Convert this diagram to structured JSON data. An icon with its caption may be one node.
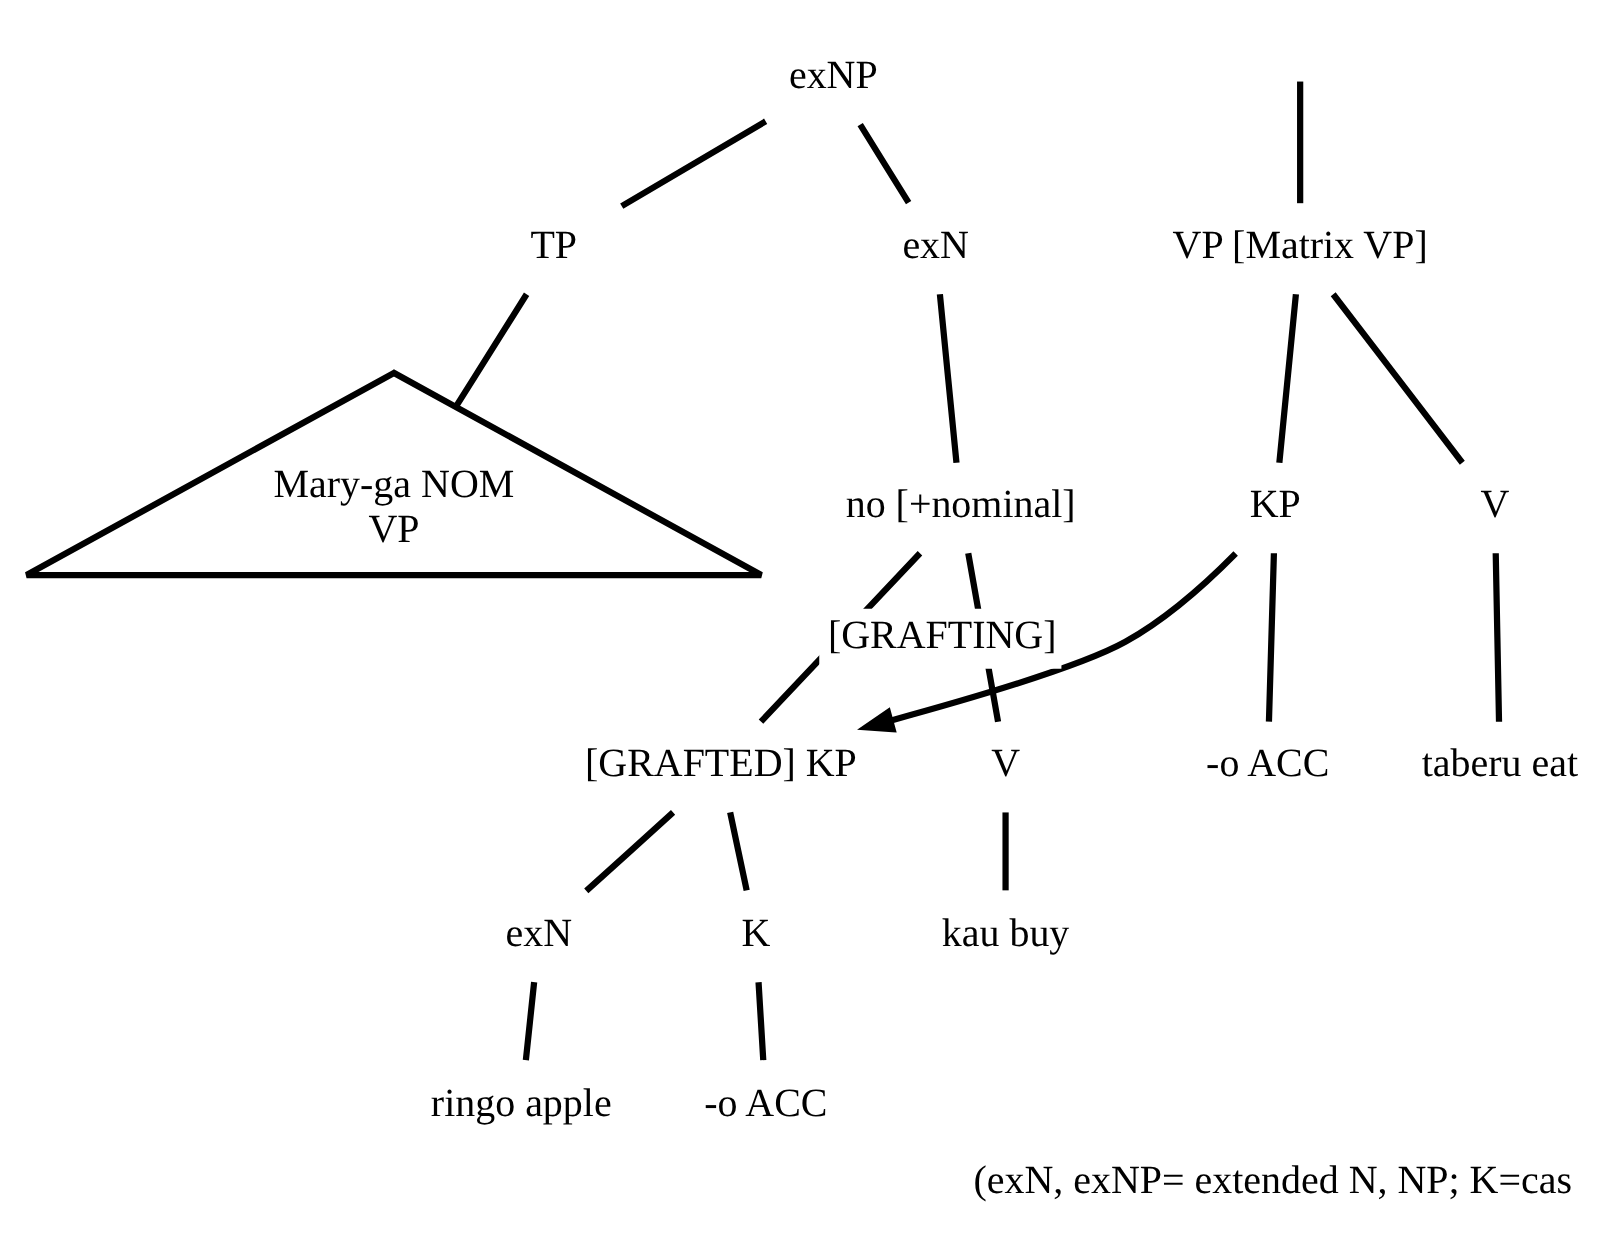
{
  "diagram": {
    "caption": "(exN, exNP= extended N, NP; K=cas",
    "nodes": [
      {
        "text": [
          "exNP"
        ]
      },
      {
        "text": [
          "TP"
        ]
      },
      {
        "text": [
          "exN"
        ]
      },
      {
        "text": [
          "Mary-ga NOM",
          "VP"
        ]
      },
      {
        "text": [
          "no [+nominal]"
        ]
      },
      {
        "text": [
          "VP [Matrix VP]"
        ]
      },
      {
        "text": [
          "KP"
        ]
      },
      {
        "text": [
          "V"
        ]
      },
      {
        "text": [
          "-o ACC"
        ]
      },
      {
        "text": [
          "taberu eat"
        ]
      },
      {
        "text": [
          "[GRAFTED] KP"
        ]
      },
      {
        "text": [
          "V"
        ]
      },
      {
        "text": [
          "kau buy"
        ]
      },
      {
        "text": [
          "exN"
        ]
      },
      {
        "text": [
          "K"
        ]
      },
      {
        "text": [
          "ringo apple"
        ]
      },
      {
        "text": [
          "-o ACC"
        ]
      }
    ],
    "edges": [
      {
        "from": null,
        "to": 5,
        "arrow": "none"
      },
      {
        "from": 0,
        "to": 1,
        "arrow": "none"
      },
      {
        "from": 0,
        "to": 2,
        "arrow": "none"
      },
      {
        "from": 1,
        "to": 3,
        "arrow": "none"
      },
      {
        "from": 2,
        "to": 4,
        "arrow": "none"
      },
      {
        "from": 5,
        "to": 6,
        "arrow": "none"
      },
      {
        "from": 5,
        "to": 7,
        "arrow": "none"
      },
      {
        "from": 6,
        "to": 8,
        "arrow": "none"
      },
      {
        "from": 7,
        "to": 9,
        "arrow": "none"
      },
      {
        "from": 4,
        "to": 10,
        "arrow": "none"
      },
      {
        "from": 4,
        "to": 11,
        "arrow": "none"
      },
      {
        "from": 6,
        "to": 10,
        "arrow": "to",
        "label": "[GRAFTING]"
      },
      {
        "from": 11,
        "to": 12,
        "arrow": "none"
      },
      {
        "from": 10,
        "to": 13,
        "arrow": "none"
      },
      {
        "from": 10,
        "to": 14,
        "arrow": "none"
      },
      {
        "from": 13,
        "to": 15,
        "arrow": "none"
      },
      {
        "from": 14,
        "to": 16,
        "arrow": "none"
      }
    ]
  }
}
